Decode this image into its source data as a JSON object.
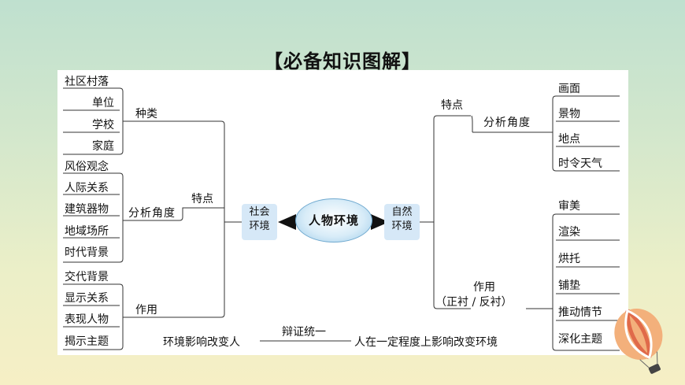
{
  "title": "【必备知识图解】",
  "center": "人物环境",
  "left": {
    "node": [
      "社会",
      "环境"
    ],
    "features_label": "特点",
    "groups": [
      {
        "label": "种类",
        "items": [
          "社区村落",
          "单位",
          "学校",
          "家庭"
        ]
      },
      {
        "label": "分析角度",
        "items": [
          "风俗观念",
          "人际关系",
          "建筑器物",
          "地域场所",
          "时代背景"
        ]
      },
      {
        "label": "作用",
        "items": [
          "交代背景",
          "显示关系",
          "表现人物",
          "揭示主题"
        ]
      }
    ]
  },
  "right": {
    "node": [
      "自然",
      "环境"
    ],
    "features_label": "特点",
    "analysis_label": "分析角度",
    "analysis_items": [
      "画面",
      "景物",
      "地点",
      "时令天气"
    ],
    "function_label": "作用",
    "function_sub": "（正衬 / 反衬）",
    "function_items": [
      "审美",
      "渲染",
      "烘托",
      "铺垫",
      "推动情节",
      "深化主题"
    ]
  },
  "bottom": {
    "left": "环境影响改变人",
    "middle": "辩证统一",
    "right": "人在一定程度上影响改变环境"
  },
  "colors": {
    "box": "#d6e8f7",
    "hub_border": "#6fa9cf",
    "line": "#333333"
  }
}
